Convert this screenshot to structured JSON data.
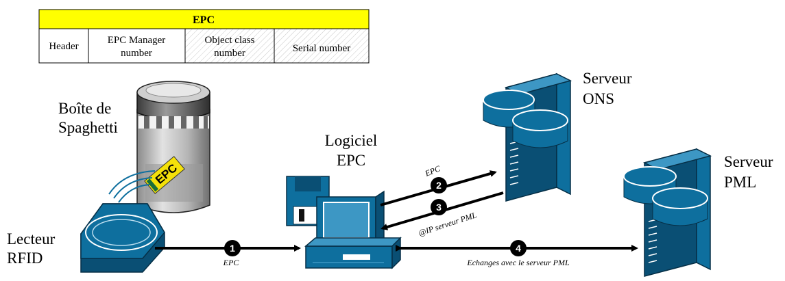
{
  "epc_table": {
    "title": "EPC",
    "fields": [
      {
        "line1": "Header",
        "line2": ""
      },
      {
        "line1": "EPC Manager",
        "line2": "number"
      },
      {
        "line1": "Object class",
        "line2": "number"
      },
      {
        "line1": "Serial number",
        "line2": ""
      }
    ]
  },
  "nodes": {
    "box_line1": "Boîte de",
    "box_line2": "Spaghetti",
    "box_tag": "EPC",
    "reader_line1": "Lecteur",
    "reader_line2": "RFID",
    "software_line1": "Logiciel",
    "software_line2": "EPC",
    "ons_line1": "Serveur",
    "ons_line2": "ONS",
    "pml_line1": "Serveur",
    "pml_line2": "PML"
  },
  "flows": [
    {
      "step": "1",
      "label": "EPC"
    },
    {
      "step": "2",
      "label": "EPC"
    },
    {
      "step": "3",
      "label": "@IP serveur PML"
    },
    {
      "step": "4",
      "label": "Echanges avec le serveur PML"
    }
  ],
  "colors": {
    "device_blue": "#0e6f9e",
    "device_dark": "#0a4f74",
    "device_light": "#3d97c4",
    "table_header": "#ffff00",
    "tag_yellow": "#f4e10a"
  }
}
